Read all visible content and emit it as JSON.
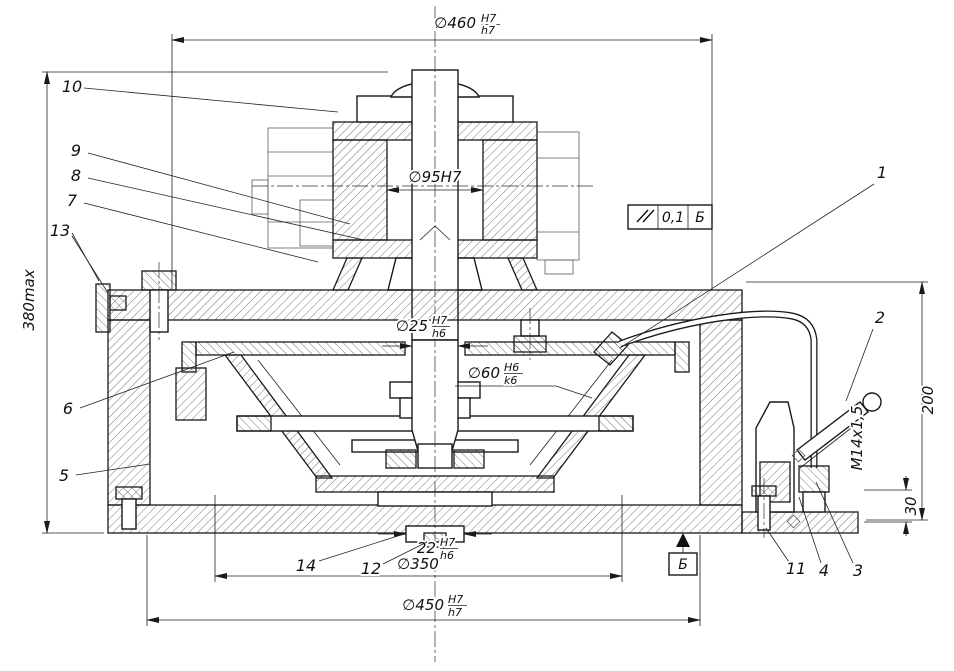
{
  "drawing": {
    "kind": "mechanical-assembly-section",
    "dims": {
      "d460_main": "∅460",
      "d460_sup": "H7",
      "d460_sub": "h7",
      "d95": "∅95H7",
      "d25_main": "∅25",
      "d25_sup": "H7",
      "d25_sub": "h6",
      "d60_main": "∅60",
      "d60_sup": "H6",
      "d60_sub": "k6",
      "d350": "∅350",
      "d450_main": "∅450",
      "d450_sup": "H7",
      "d450_sub": "h7",
      "w22_main": "22",
      "w22_sup": "H7",
      "w22_sub": "h6",
      "h380": "380max",
      "h200": "200",
      "h30": "30",
      "thread": "M14x1,5"
    },
    "tolerance_frame": {
      "symbol": "parallelism",
      "value": "0,1",
      "datum": "Б"
    },
    "datum_label": "Б",
    "callouts": {
      "c1": "1",
      "c2": "2",
      "c3": "3",
      "c4": "4",
      "c5": "5",
      "c6": "6",
      "c7": "7",
      "c8": "8",
      "c9": "9",
      "c10": "10",
      "c11": "11",
      "c12": "12",
      "c13": "13",
      "c14": "14"
    }
  }
}
